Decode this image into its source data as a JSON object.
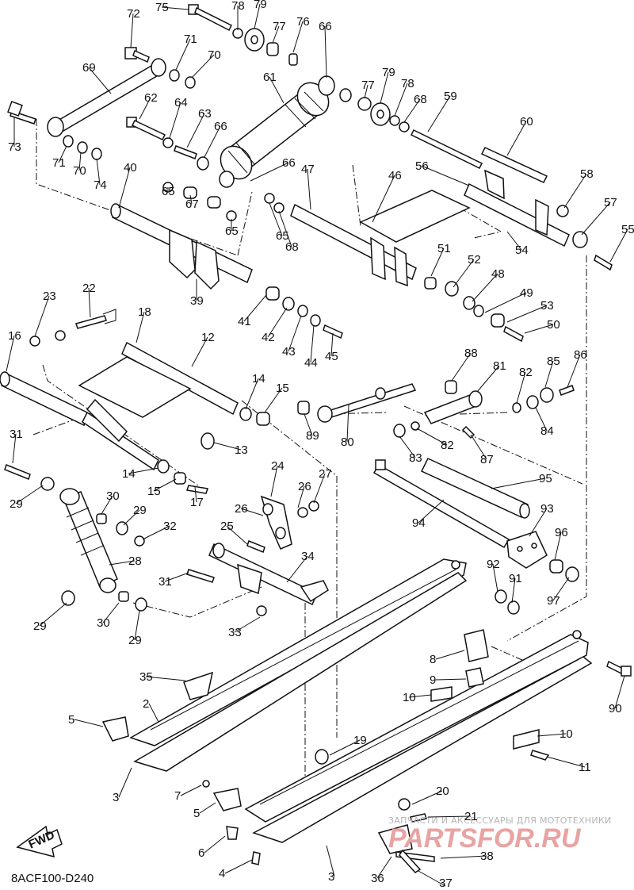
{
  "diagram": {
    "drawing_code": "8ACF100-D240",
    "direction_marker": "FWD",
    "watermark": {
      "caption": "ЗАПЧАСТИ И АКСЕССУАРЫ ДЛЯ МОТОТЕХНИКИ",
      "brand": "PARTSFOR.RU"
    },
    "callouts": [
      "2",
      "3",
      "4",
      "5",
      "6",
      "7",
      "8",
      "9",
      "10",
      "11",
      "12",
      "13",
      "14",
      "15",
      "16",
      "17",
      "18",
      "19",
      "20",
      "21",
      "22",
      "23",
      "24",
      "25",
      "26",
      "27",
      "28",
      "29",
      "30",
      "31",
      "32",
      "33",
      "34",
      "35",
      "36",
      "37",
      "38",
      "39",
      "40",
      "41",
      "42",
      "43",
      "44",
      "45",
      "46",
      "47",
      "48",
      "49",
      "50",
      "51",
      "52",
      "53",
      "54",
      "55",
      "56",
      "57",
      "58",
      "59",
      "60",
      "61",
      "62",
      "63",
      "64",
      "65",
      "66",
      "67",
      "68",
      "69",
      "70",
      "71",
      "72",
      "73",
      "74",
      "75",
      "76",
      "77",
      "78",
      "79",
      "80",
      "81",
      "82",
      "83",
      "84",
      "85",
      "86",
      "87",
      "88",
      "89",
      "90",
      "91",
      "92",
      "93",
      "94",
      "95",
      "96",
      "97"
    ]
  }
}
